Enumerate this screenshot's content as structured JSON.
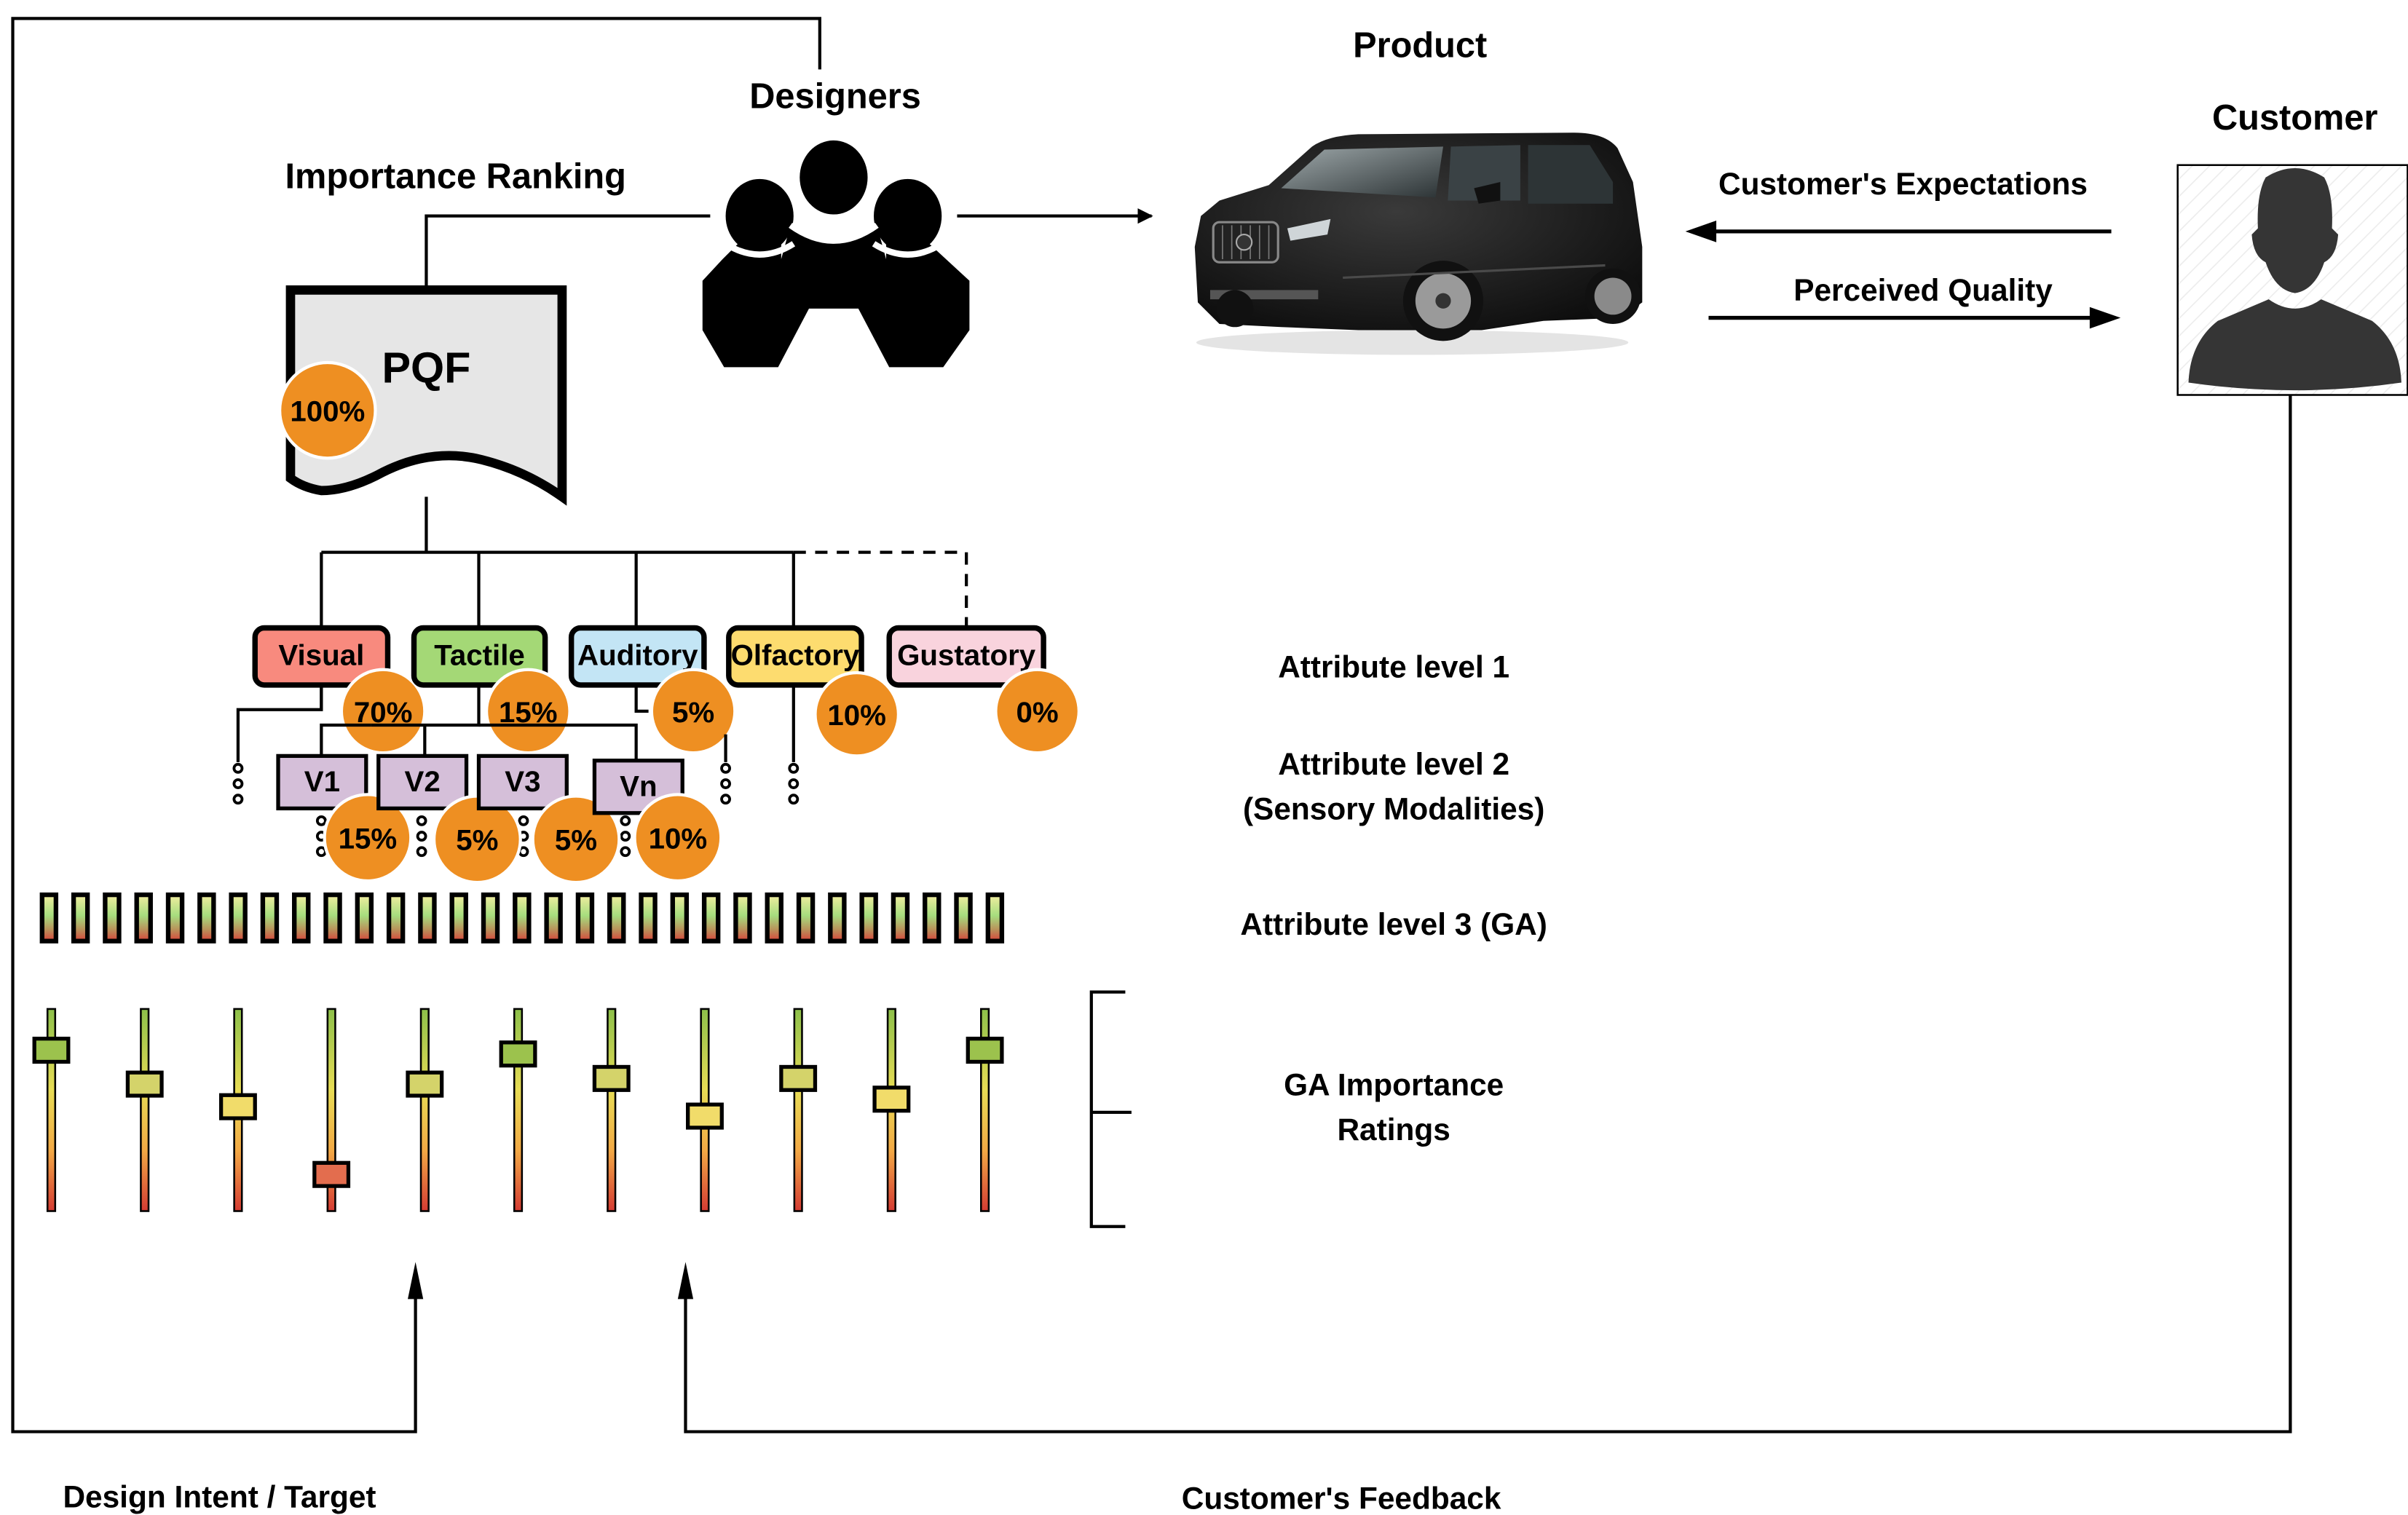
{
  "title_labels": {
    "designers": "Designers",
    "product": "Product",
    "customer": "Customer",
    "importance_ranking": "Importance Ranking",
    "customers_expectations": "Customer's Expectations",
    "perceived_quality": "Perceived Quality",
    "design_intent": "Design Intent / Target",
    "customers_feedback": "Customer's Feedback"
  },
  "pqf": {
    "label": "PQF",
    "importance": "100%"
  },
  "level_labels": {
    "level1": "Attribute level 1",
    "level2_line1": "Attribute level 2",
    "level2_line2": "(Sensory Modalities)",
    "level3": "Attribute level 3 (GA)",
    "ratings_line1": "GA Importance",
    "ratings_line2": "Ratings"
  },
  "sensory_modalities": [
    {
      "label": "Visual",
      "weight": "70%",
      "color": "#f88a7e",
      "optional": false
    },
    {
      "label": "Tactile",
      "weight": "15%",
      "color": "#a4d876",
      "optional": false
    },
    {
      "label": "Auditory",
      "weight": "5%",
      "color": "#c3e5f5",
      "optional": false
    },
    {
      "label": "Olfactory",
      "weight": "10%",
      "color": "#fddc6f",
      "optional": false
    },
    {
      "label": "Gustatory",
      "weight": "0%",
      "color": "#f9d3dd",
      "optional": true
    }
  ],
  "visual_sub_attributes": [
    {
      "label": "V1",
      "weight": "15%"
    },
    {
      "label": "V2",
      "weight": "5%"
    },
    {
      "label": "V3",
      "weight": "5%"
    },
    {
      "label": "Vn",
      "weight": "10%"
    }
  ],
  "ga_bar_count": 31,
  "ga_importance_sliders": [
    0.83,
    0.65,
    0.53,
    0.17,
    0.65,
    0.81,
    0.68,
    0.48,
    0.68,
    0.57,
    0.83
  ],
  "colors": {
    "badge": "#ee8f22",
    "sub_attribute": "#d5bfd9",
    "pqf_fill": "#e6e6e6",
    "customer_silhouette": "#353535"
  },
  "icons": {
    "designers": "group-of-people-icon",
    "product": "suv-car-image",
    "customer": "person-silhouette-icon"
  }
}
